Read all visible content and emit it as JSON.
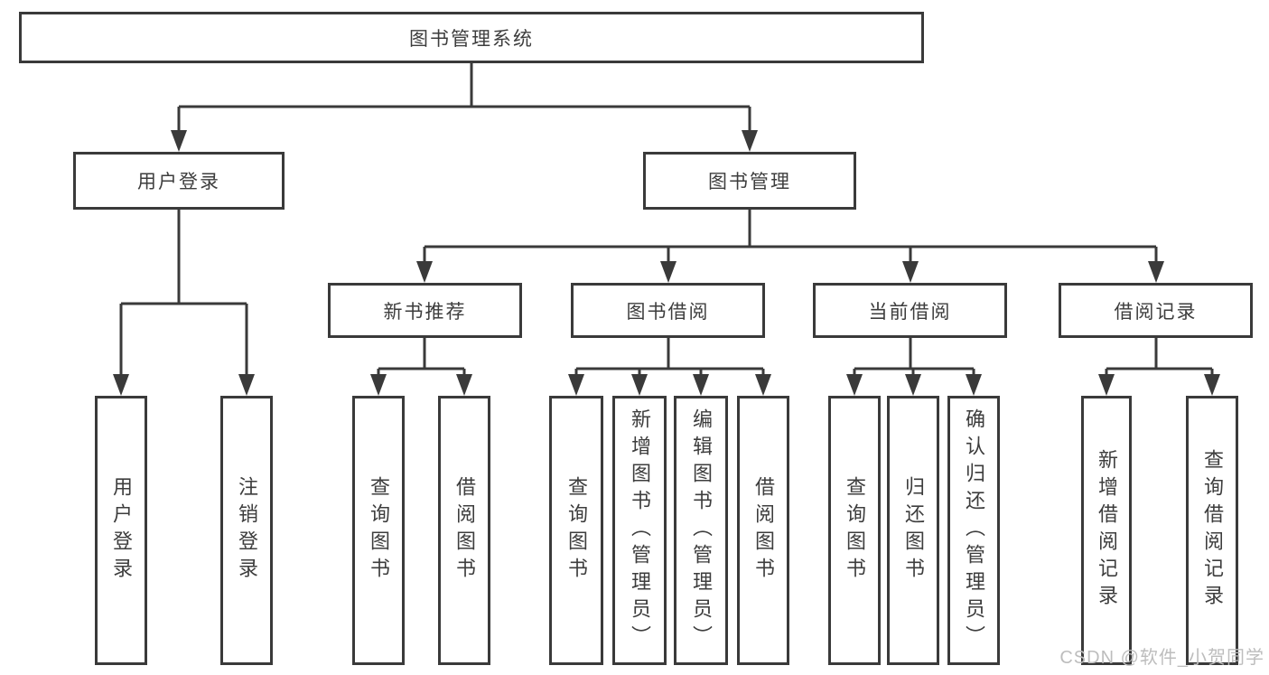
{
  "diagram_type": "feature-tree",
  "tree": {
    "label": "图书管理系统",
    "children": [
      {
        "label": "用户登录",
        "children": [
          {
            "label": "用户登录"
          },
          {
            "label": "注销登录"
          }
        ]
      },
      {
        "label": "图书管理",
        "children": [
          {
            "label": "新书推荐",
            "children": [
              {
                "label": "查询图书"
              },
              {
                "label": "借阅图书"
              }
            ]
          },
          {
            "label": "图书借阅",
            "children": [
              {
                "label": "查询图书"
              },
              {
                "label": "新增图书（管理员）"
              },
              {
                "label": "编辑图书（管理员）"
              },
              {
                "label": "借阅图书"
              }
            ]
          },
          {
            "label": "当前借阅",
            "children": [
              {
                "label": "查询图书"
              },
              {
                "label": "归还图书"
              },
              {
                "label": "确认归还（管理员）"
              }
            ]
          },
          {
            "label": "借阅记录",
            "children": [
              {
                "label": "新增借阅记录"
              },
              {
                "label": "查询借阅记录"
              }
            ]
          }
        ]
      }
    ]
  },
  "watermark": {
    "text": "CSDN @软件_小贺同学"
  },
  "colors": {
    "line": "#3a3a3a",
    "box_border": "#3a3a3a",
    "text": "#3d3d3d",
    "watermark": "#bdbdbd",
    "background": "#ffffff"
  }
}
